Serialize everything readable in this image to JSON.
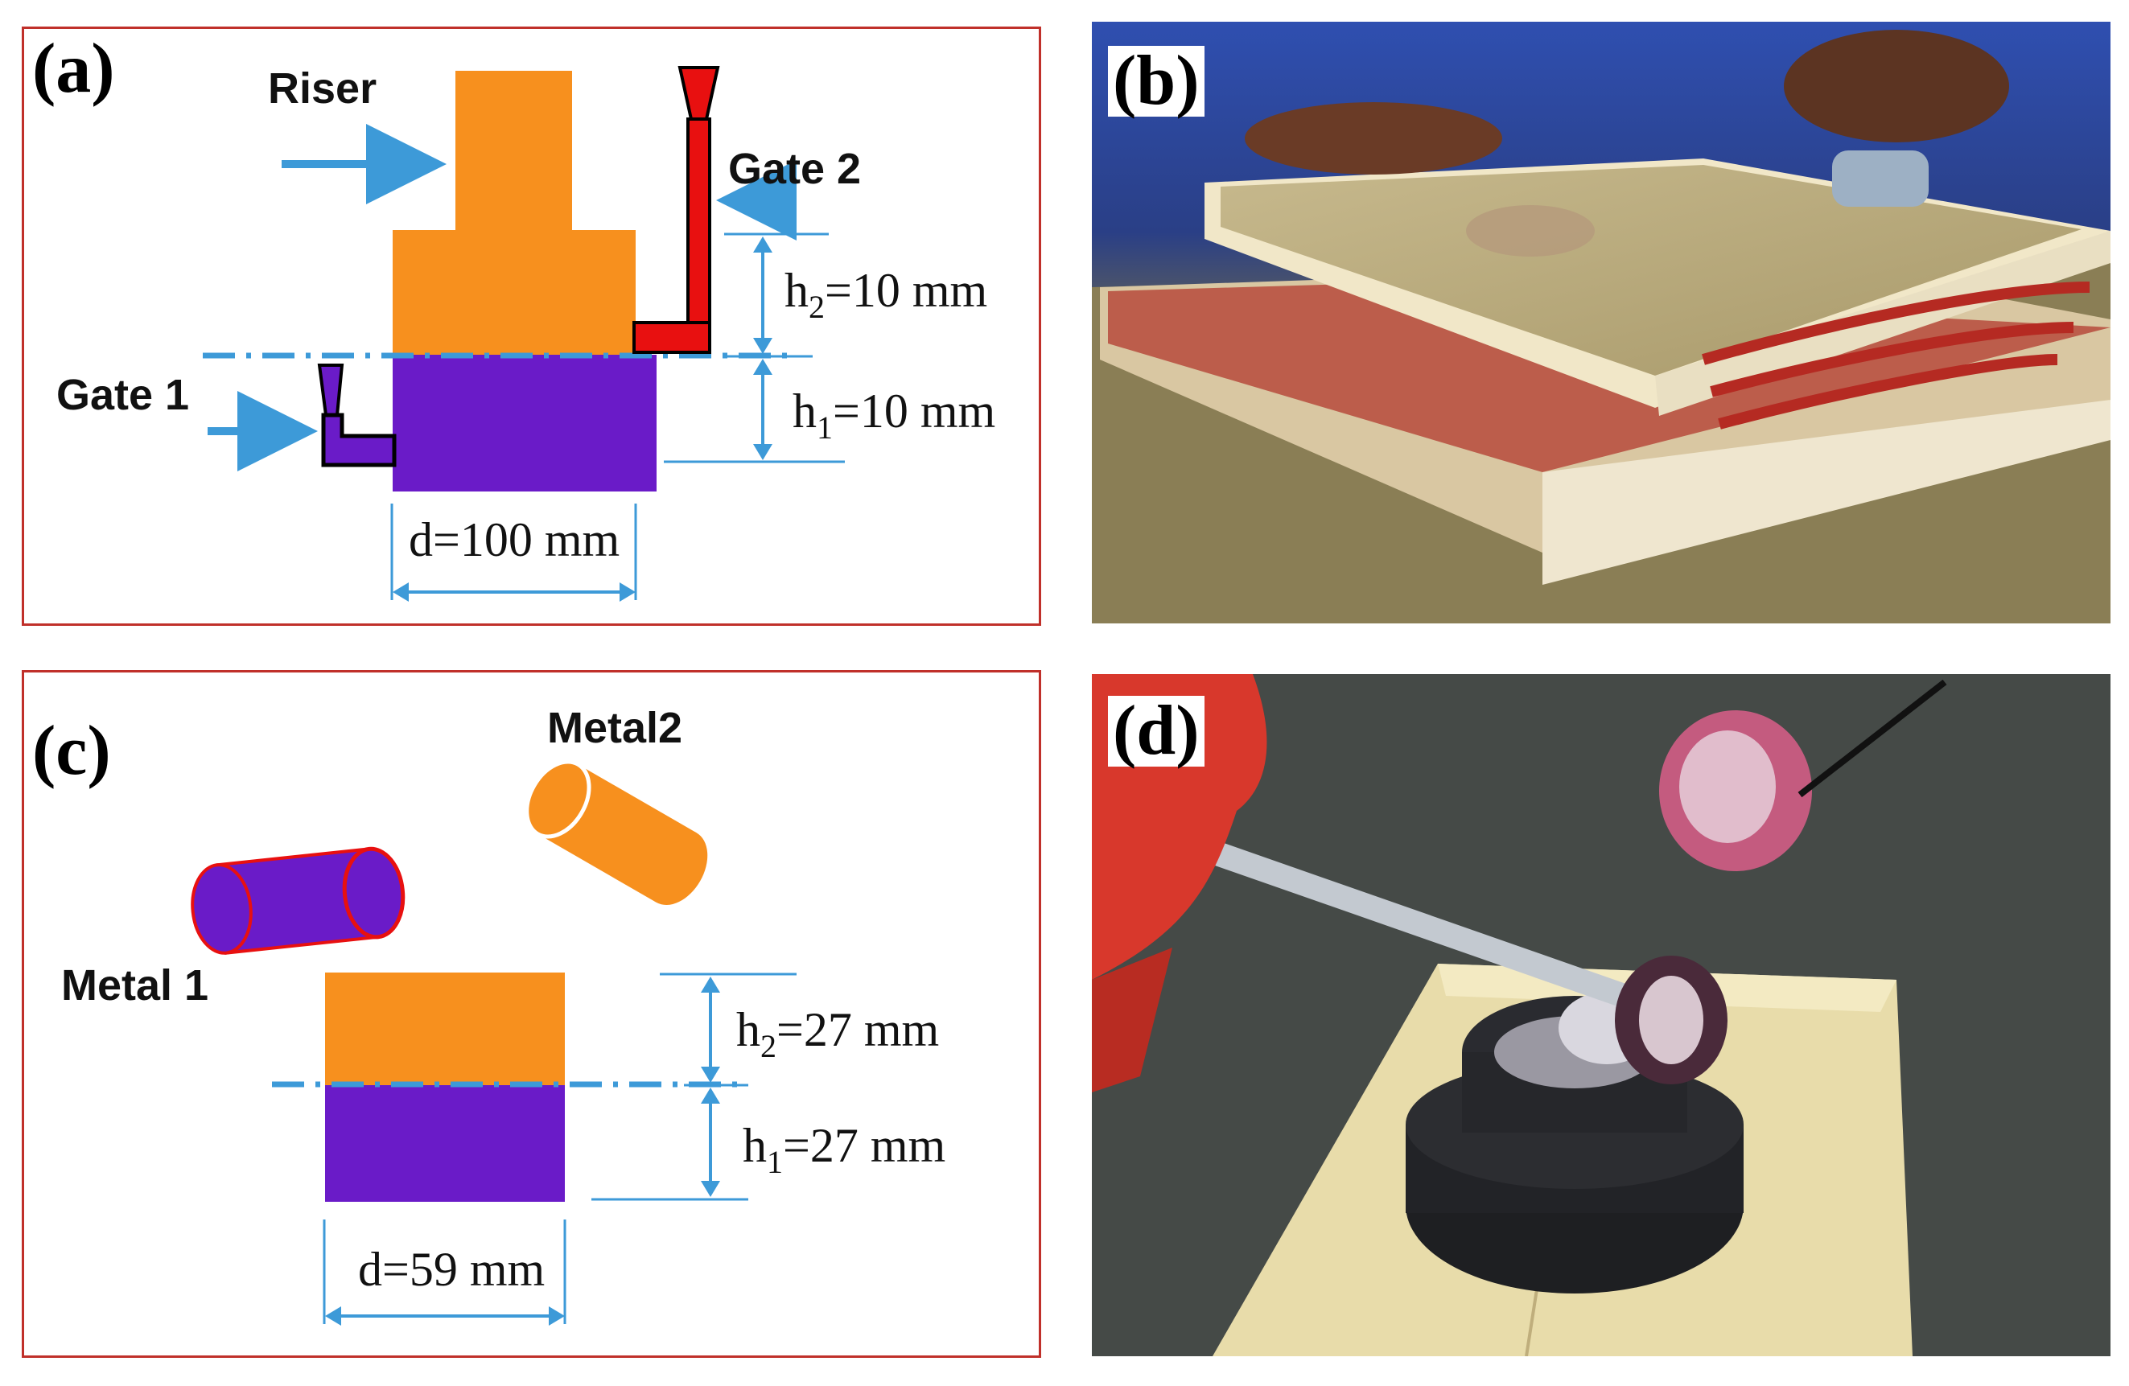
{
  "panels": {
    "a": {
      "tag": "(a)",
      "riser": "Riser",
      "gate1": "Gate 1",
      "gate2": "Gate 2",
      "h2_label": "h",
      "h2_sub": "2",
      "h2_value": "=10 mm",
      "h1_label": "h",
      "h1_sub": "1",
      "h1_value": "=10 mm",
      "d_value": "d=100 mm"
    },
    "b": {
      "tag": "(b)"
    },
    "c": {
      "tag": "(c)",
      "metal1": "Metal 1",
      "metal2": "Metal2",
      "h2_label": "h",
      "h2_sub": "2",
      "h2_value": "=27 mm",
      "h1_label": "h",
      "h1_sub": "1",
      "h1_value": "=27 mm",
      "d_value": "d=59 mm"
    },
    "d": {
      "tag": "(d)"
    }
  },
  "colors": {
    "orange": "#f7901e",
    "purple": "#6a1bc8",
    "red": "#e81010",
    "blue": "#3d9ad8",
    "border": "#c0302a"
  }
}
